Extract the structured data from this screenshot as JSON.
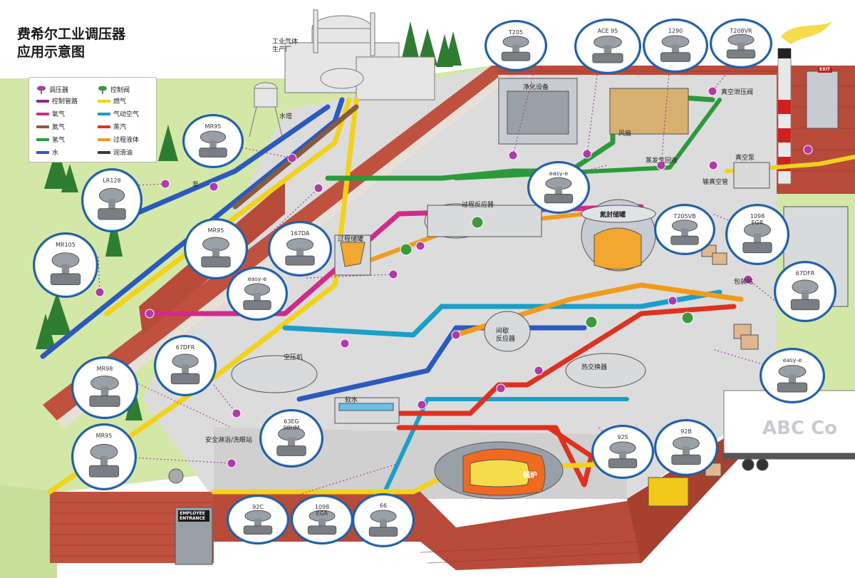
{
  "title": {
    "line1": "费希尔工业调压器",
    "line2": "应用示意图"
  },
  "legend": [
    {
      "label": "调压器",
      "kind": "regulator",
      "color": "#b03aa8"
    },
    {
      "label": "控制阀",
      "kind": "valve",
      "color": "#3c9a3c"
    },
    {
      "label": "控制管路",
      "kind": "line",
      "color": "#8a2a8a"
    },
    {
      "label": "燃气",
      "kind": "line",
      "color": "#f2d21a"
    },
    {
      "label": "氧气",
      "kind": "line",
      "color": "#d12a8a"
    },
    {
      "label": "气动空气",
      "kind": "line",
      "color": "#1aa0c8"
    },
    {
      "label": "氮气",
      "kind": "line",
      "color": "#8a5a3a"
    },
    {
      "label": "蒸汽",
      "kind": "line",
      "color": "#e03020"
    },
    {
      "label": "氢气",
      "kind": "line",
      "color": "#2a9a3a"
    },
    {
      "label": "过程液体",
      "kind": "line",
      "color": "#f29a1a"
    },
    {
      "label": "水",
      "kind": "line",
      "color": "#2a5ac0"
    },
    {
      "label": "润滑油",
      "kind": "line",
      "color": "#3a3a3a"
    }
  ],
  "labels": {
    "gas_plant": "工业气体\n生产厂",
    "water_tower": "水塔",
    "purification": "净化设备",
    "blower": "风扇",
    "vacuum_relief": "真空泄压阀",
    "vapor_recovery": "蒸发气回收",
    "vacuum_pump": "真空泵",
    "vacuum_line": "输真空管",
    "pump": "泵",
    "filter_reactor": "过程反应器",
    "storage_tank": "氮封储罐",
    "filter_tank": "过程储罐",
    "packaging": "包装站",
    "batch_reactor": "间歇\n反应器",
    "air_compressor": "空压机",
    "heat_exchanger": "热交换器",
    "water_softener": "软水",
    "safety_shower": "安全淋浴/洗眼站",
    "boiler": "锅炉",
    "door": "EMPLOYEE\nENTRANCE",
    "exit": "EXIT",
    "truck_text": "ABC Co"
  },
  "callouts": [
    {
      "id": "t205",
      "label": "T205"
    },
    {
      "id": "ace95",
      "label": "ACE 95"
    },
    {
      "id": "c1290",
      "label": "1290"
    },
    {
      "id": "t208vr",
      "label": "T208VR"
    },
    {
      "id": "mr95a",
      "label": "MR95"
    },
    {
      "id": "lr128",
      "label": "LR128"
    },
    {
      "id": "easye1",
      "label": "easy-e"
    },
    {
      "id": "t205vb",
      "label": "T205VB"
    },
    {
      "id": "egr1098a",
      "label": "1098\nEGR"
    },
    {
      "id": "mr105",
      "label": "MR105"
    },
    {
      "id": "mr95b",
      "label": "MR95"
    },
    {
      "id": "c167da",
      "label": "167DA"
    },
    {
      "id": "easye2",
      "label": "easy-e"
    },
    {
      "id": "dfr67a",
      "label": "67DFR"
    },
    {
      "id": "dfr67b",
      "label": "67DFR"
    },
    {
      "id": "mr98",
      "label": "MR98"
    },
    {
      "id": "easye3",
      "label": "easy-e"
    },
    {
      "id": "c63eg",
      "label": "63EG\n98HM"
    },
    {
      "id": "mr95c",
      "label": "MR95"
    },
    {
      "id": "c92s",
      "label": "92S"
    },
    {
      "id": "c92b",
      "label": "92B"
    },
    {
      "id": "c92c",
      "label": "92C"
    },
    {
      "id": "egr1098b",
      "label": "1098\nEGR"
    },
    {
      "id": "c66",
      "label": "66"
    }
  ]
}
